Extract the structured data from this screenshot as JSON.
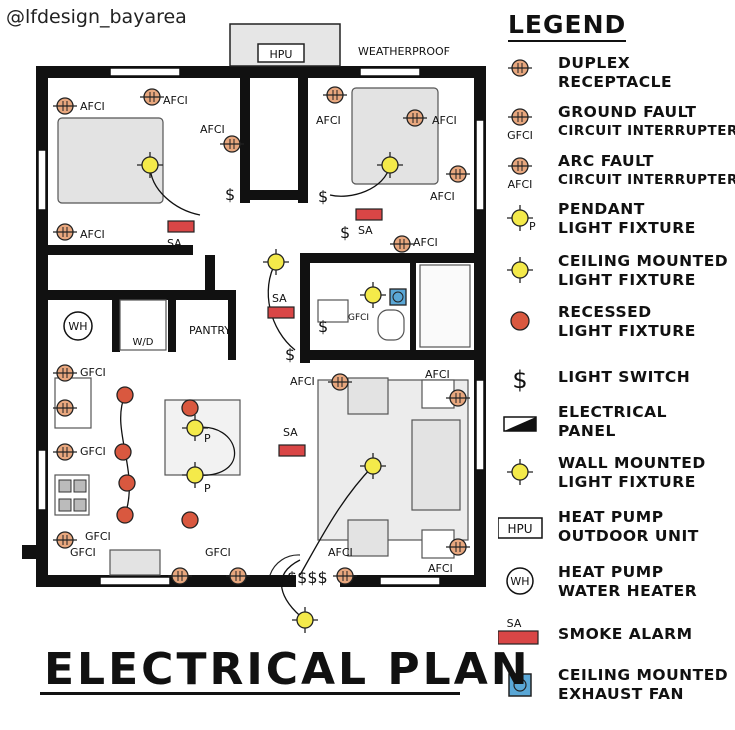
{
  "handle": "@lfdesign_bayarea",
  "title": "ELECTRICAL PLAN",
  "legend": {
    "heading": "LEGEND",
    "items": [
      {
        "icon": "duplex-receptacle-icon",
        "line1": "DUPLEX",
        "line2": "RECEPTACLE",
        "tag": ""
      },
      {
        "icon": "gfci-receptacle-icon",
        "line1": "GROUND FAULT",
        "line2": "CIRCUIT INTERRUPTER",
        "tag": "GFCI"
      },
      {
        "icon": "afci-receptacle-icon",
        "line1": "ARC FAULT",
        "line2": "CIRCUIT INTERRUPTER",
        "tag": "AFCI"
      },
      {
        "icon": "pendant-light-icon",
        "line1": "PENDANT",
        "line2": "LIGHT FIXTURE",
        "tag": "P"
      },
      {
        "icon": "ceiling-light-icon",
        "line1": "CEILING MOUNTED",
        "line2": "LIGHT FIXTURE",
        "tag": ""
      },
      {
        "icon": "recessed-light-icon",
        "line1": "RECESSED",
        "line2": "LIGHT FIXTURE",
        "tag": ""
      },
      {
        "icon": "light-switch-icon",
        "line1": "LIGHT SWITCH",
        "line2": "",
        "tag": "$"
      },
      {
        "icon": "electrical-panel-icon",
        "line1": "ELECTRICAL",
        "line2": "PANEL",
        "tag": ""
      },
      {
        "icon": "wall-light-icon",
        "line1": "WALL MOUNTED",
        "line2": "LIGHT FIXTURE",
        "tag": ""
      },
      {
        "icon": "heat-pump-outdoor-icon",
        "line1": "HEAT PUMP",
        "line2": "OUTDOOR UNIT",
        "tag": "HPU"
      },
      {
        "icon": "water-heater-icon",
        "line1": "HEAT PUMP",
        "line2": "WATER HEATER",
        "tag": "WH"
      },
      {
        "icon": "smoke-alarm-icon",
        "line1": "SMOKE ALARM",
        "line2": "",
        "tag": "SA"
      },
      {
        "icon": "exhaust-fan-icon",
        "line1": "CEILING MOUNTED",
        "line2": "EXHAUST FAN",
        "tag": ""
      }
    ]
  },
  "plan_labels": {
    "hpu": "HPU",
    "weatherproof": "WEATHERPROOF",
    "afci": "AFCI",
    "gfci": "GFCI",
    "sa": "SA",
    "wh": "WH",
    "wd": "W/D",
    "pantry": "PANTRY",
    "p": "P",
    "switch": "$",
    "switch_bank": "$$$$"
  },
  "colors": {
    "wall": "#111111",
    "receptacle": "#e8a77e",
    "pendant": "#f4ea4a",
    "recessed": "#d9583f",
    "smoke_alarm": "#d94646",
    "fan": "#5aa7d6",
    "furniture": "#e3e3e3"
  }
}
